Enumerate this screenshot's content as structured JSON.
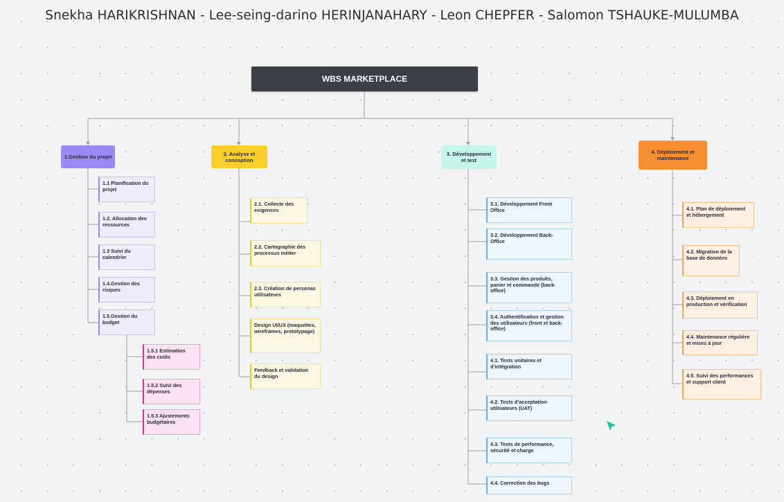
{
  "title": "Snekha HARIKRISHNAN - Lee-seing-darino HERINJANAHARY - Leon CHEPFER - Salomon TSHAUKE-MULUMBA",
  "root": "WBS MARKETPLACE",
  "colors": {
    "root": "#3c3e47",
    "purple": "#9a88f3",
    "yellow": "#fbcf2b",
    "mint": "#c6f5ec",
    "orange": "#f78f32",
    "pink": "#d72fa0",
    "blue_accent": "#69aee9",
    "cursor": "#17c4a6"
  },
  "branches": [
    {
      "label": "1.Gestion du projet",
      "items": [
        "1.1 Planification du projet",
        "1.2. Allocation des ressources",
        "1.3 Suivi du calendrier",
        "1.4.Gestion des risques",
        "1.5.Gestion du budget"
      ],
      "subitems": [
        "1.5.1 Estimation des coûts",
        "1.5.2 Suivi des dépenses",
        "1.5.3 Ajustements budgétaires"
      ]
    },
    {
      "label": "2. Analyse et conception",
      "items": [
        "2.1. Collecte des exigences",
        "2.2. Cartographie des processus métier",
        "2.3. Création de personas utilisateurs",
        "Design UI/UX (maquettes, wireframes, prototypage)",
        "Feedback et validation du design"
      ]
    },
    {
      "label": "3. Développement et test",
      "items": [
        "3.1. Développement  Front Office",
        "3.2. Développement Back-Office",
        "3.3. Gestion des produits, panier et commande (back-office)",
        "3.4. Authentification et gestion des utilisateurs (front et back-office)",
        "4.1. Tests unitaires et d’intégration",
        "4.2. Tests d’acceptation utilisateurs (UAT)",
        "4.3. Tests de performance, sécurité et charge",
        "4.4. Correction des bugs"
      ]
    },
    {
      "label": "4. Déploiement et maintenance",
      "items": [
        "4.1. Plan de déploiement et hébergement",
        "4.2. Migration de la base de données",
        "4.3. Déploiement en production et vérification",
        "4.4. Maintenance régulière et mises à jour",
        "4.5. Suivi des performances et support client"
      ]
    }
  ],
  "icons": {
    "cursor": "collaborator-cursor-icon"
  }
}
